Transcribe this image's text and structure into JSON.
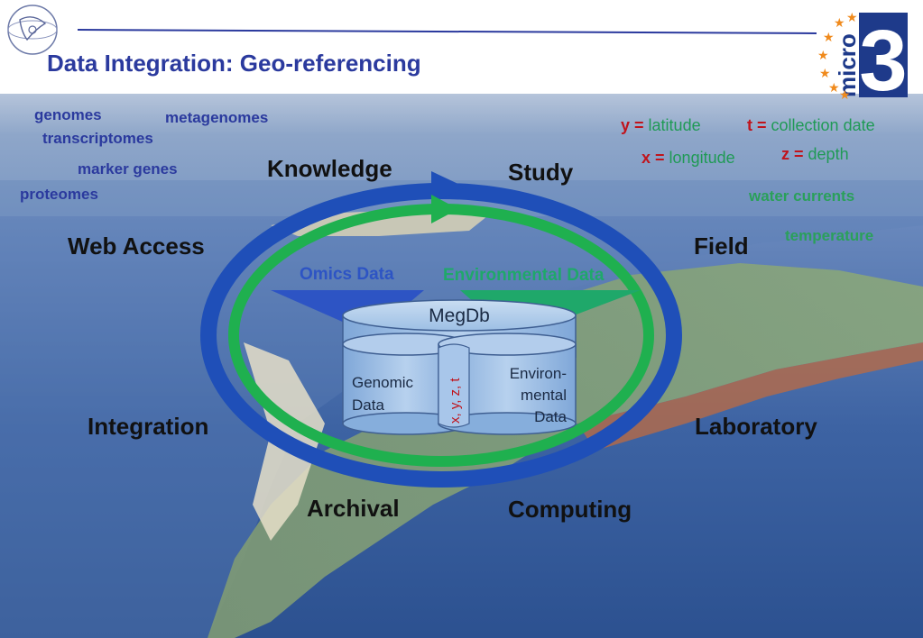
{
  "title": "Data Integration: Geo-referencing",
  "logo": {
    "text": "micro",
    "number": "3"
  },
  "data_types": [
    "genomes",
    "metagenomes",
    "transcriptomes",
    "marker genes",
    "proteomes"
  ],
  "coordinates": {
    "y_var": "y =",
    "y_label": "latitude",
    "t_var": "t  =",
    "t_label": "collection date",
    "x_var": "x =",
    "x_label": "longitude",
    "z_var": "z =",
    "z_label": "depth"
  },
  "env_params": [
    "water currents",
    "temperature"
  ],
  "cycle": {
    "knowledge": "Knowledge",
    "study": "Study",
    "field": "Field",
    "laboratory": "Laboratory",
    "computing": "Computing",
    "archival": "Archival",
    "integration": "Integration",
    "web_access": "Web Access"
  },
  "funnels": {
    "omics": "Omics Data",
    "environmental": "Environmental Data"
  },
  "database": {
    "name": "MegDb",
    "genomic_1": "Genomic",
    "genomic_2": "Data",
    "env_1": "Environ-",
    "env_2": "mental",
    "env_3": "Data",
    "keys": "x, y, z, t"
  },
  "colors": {
    "blue_ring": "#1f4fb8",
    "green_ring": "#1fb04f",
    "title": "#2b3a9e",
    "sea": "#3d63a3"
  }
}
